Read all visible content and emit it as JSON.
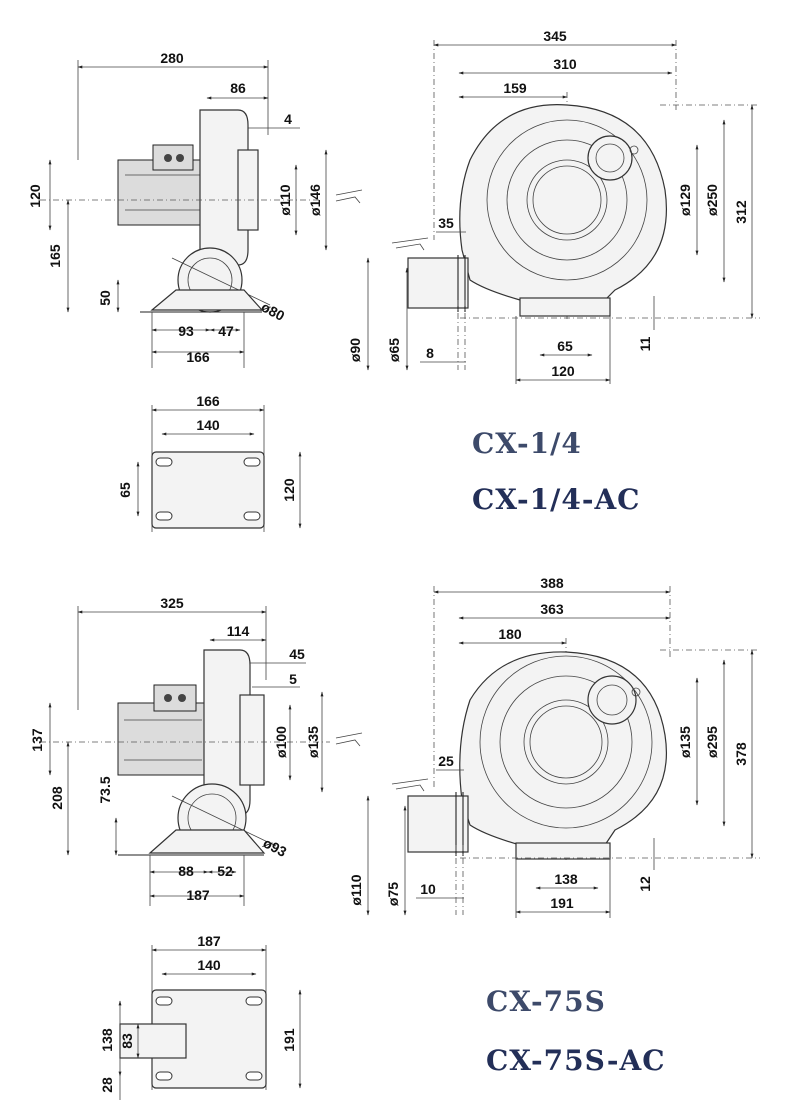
{
  "models": {
    "top": {
      "name": "CX-1/4",
      "name_ac": "CX-1/4-AC"
    },
    "bottom": {
      "name": "CX-75S",
      "name_ac": "CX-75S-AC"
    }
  },
  "top_side": {
    "overall_length": "280",
    "housing_width": "86",
    "flange_thk": "4",
    "motor_height": "120",
    "shaft_height": "165",
    "base_height": "50",
    "inlet_d1": "ø110",
    "inlet_d2": "ø146",
    "outlet_d": "ø80",
    "base_93": "93",
    "base_47": "47",
    "base_166": "166"
  },
  "top_front": {
    "width_345": "345",
    "width_310": "310",
    "half_159": "159",
    "flange_35": "35",
    "d90": "ø90",
    "d65": "ø65",
    "gap_8": "8",
    "foot_65": "65",
    "foot_120": "120",
    "foot_11": "11",
    "d129": "ø129",
    "d250": "ø250",
    "h312": "312"
  },
  "top_base": {
    "w166": "166",
    "w140": "140",
    "h65": "65",
    "h120": "120"
  },
  "bottom_side": {
    "overall_length": "325",
    "housing_width": "114",
    "flange_45": "45",
    "flange_5": "5",
    "motor_height": "137",
    "shaft_height": "208",
    "base_height": "73.5",
    "inlet_d1": "ø100",
    "inlet_d2": "ø135",
    "outlet_d": "ø93",
    "base_88": "88",
    "base_52": "52",
    "base_187": "187"
  },
  "bottom_front": {
    "width_388": "388",
    "width_363": "363",
    "half_180": "180",
    "flange_25": "25",
    "d110": "ø110",
    "d75": "ø75",
    "gap_10": "10",
    "foot_138": "138",
    "foot_191": "191",
    "foot_12": "12",
    "d135": "ø135",
    "d295": "ø295",
    "h378": "378"
  },
  "bottom_base": {
    "w187": "187",
    "w140": "140",
    "h138": "138",
    "h83": "83",
    "h28": "28",
    "h191": "191"
  }
}
